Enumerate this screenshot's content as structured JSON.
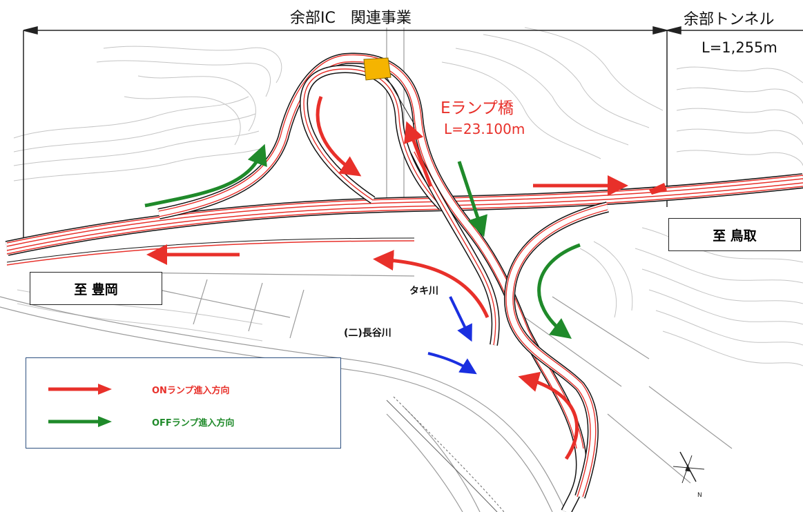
{
  "header": {
    "project_label": "余部IC　関連事業",
    "tunnel_label": "余部トンネル",
    "tunnel_length": "L=1,255m"
  },
  "destinations": {
    "left": "至 豊岡",
    "right": "至 鳥取"
  },
  "bridge": {
    "name": "Eランプ橋",
    "length": "L=23.100m"
  },
  "rivers": {
    "taki": "タキ川",
    "hase": "(二)長谷川"
  },
  "legend": {
    "items": [
      {
        "label": "ONランプ進入方向",
        "color": "#e8302a"
      },
      {
        "label": "OFFランプ進入方向",
        "color": "#1f8a2a"
      }
    ]
  },
  "colors": {
    "on_ramp": "#e8302a",
    "off_ramp": "#1f8a2a",
    "river_flow": "#1a2fe0",
    "bridge_highlight": "#f5b400",
    "terrain": "#b5b5b5"
  }
}
